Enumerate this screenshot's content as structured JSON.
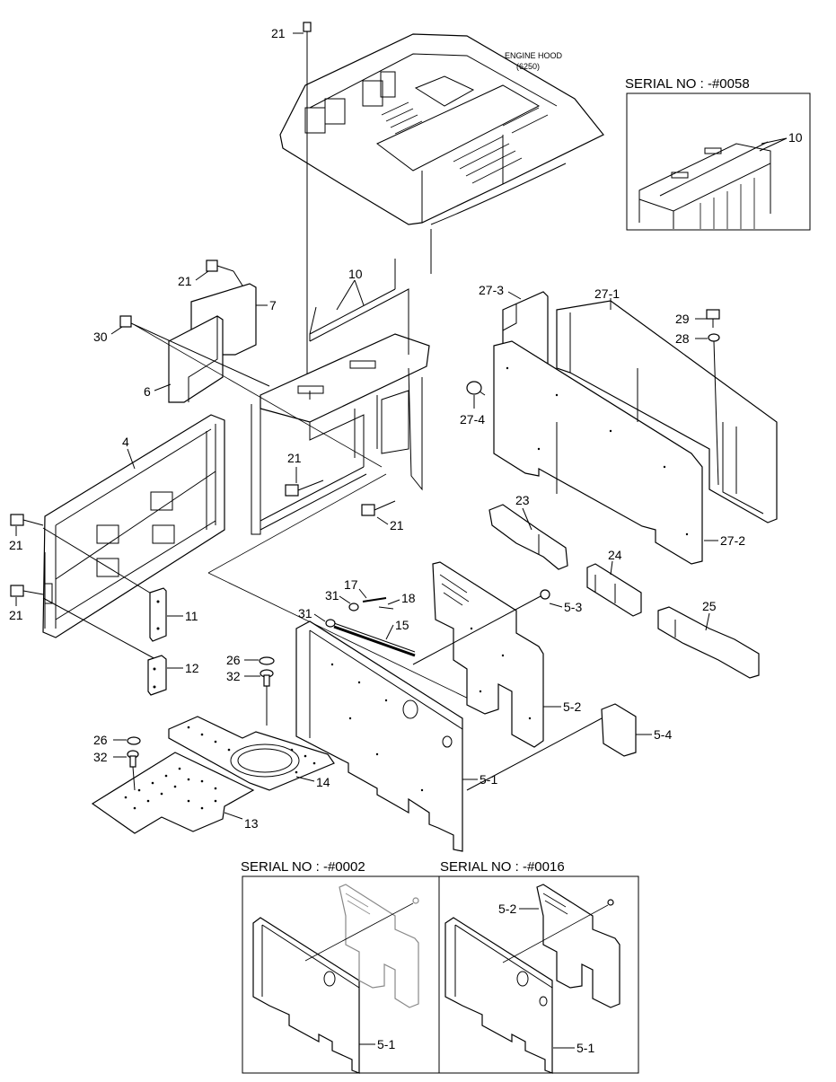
{
  "diagram": {
    "hood_label": "ENGINE HOOD",
    "hood_ref": "(6250)",
    "insets": [
      {
        "header": "SERIAL NO : -#0058",
        "callouts": [
          "10"
        ]
      },
      {
        "header": "SERIAL NO : -#0002",
        "callouts": [
          "5-1"
        ]
      },
      {
        "header": "SERIAL NO : -#0016",
        "callouts": [
          "5-2",
          "5-1"
        ]
      }
    ],
    "callouts": {
      "c21_top": "21",
      "c21_bracket": "21",
      "c7": "7",
      "c30": "30",
      "c6": "6",
      "c10": "10",
      "c4": "4",
      "c21_left1": "21",
      "c21_left2": "21",
      "c21_mid": "21",
      "c21_right": "21",
      "c11": "11",
      "c12": "12",
      "c27_3": "27-3",
      "c27_1": "27-1",
      "c29": "29",
      "c28": "28",
      "c27_4": "27-4",
      "c27_2": "27-2",
      "c23": "23",
      "c24": "24",
      "c25": "25",
      "c17": "17",
      "c18": "18",
      "c31a": "31",
      "c31b": "31",
      "c15": "15",
      "c5_3": "5-3",
      "c5_2": "5-2",
      "c5_4": "5-4",
      "c5_1": "5-1",
      "c26a": "26",
      "c32a": "32",
      "c26b": "26",
      "c32b": "32",
      "c14": "14",
      "c13": "13"
    }
  }
}
